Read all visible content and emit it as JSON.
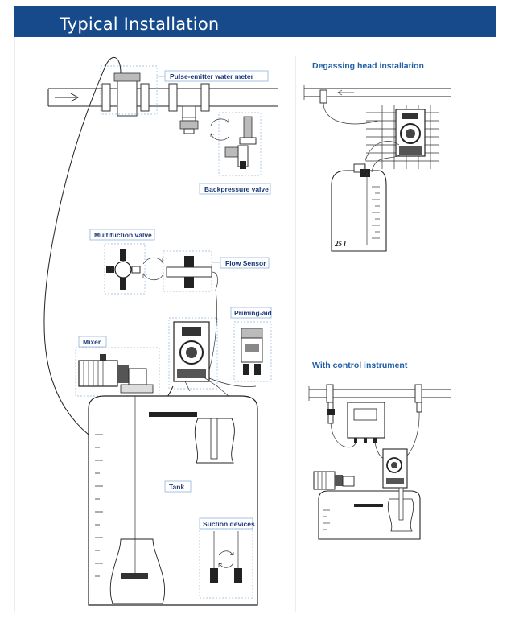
{
  "header": {
    "title": "Typical Installation"
  },
  "main_diagram": {
    "labels": {
      "pulse_emitter": "Pulse-emitter water meter",
      "backpressure": "Backpressure valve",
      "multifunction": "Multifuction valve",
      "flow_sensor": "Flow Sensor",
      "priming_aid": "Priming-aid",
      "mixer": "Mixer",
      "tank": "Tank",
      "suction": "Suction devices"
    }
  },
  "degassing": {
    "title": "Degassing head installation",
    "tank_volume": "25 l"
  },
  "control": {
    "title": "With control instrument"
  },
  "colors": {
    "header_bg": "#174a8b",
    "label_text": "#1b3a78",
    "section_title": "#1f5ea8",
    "callout_outline": "#8fb3da"
  }
}
